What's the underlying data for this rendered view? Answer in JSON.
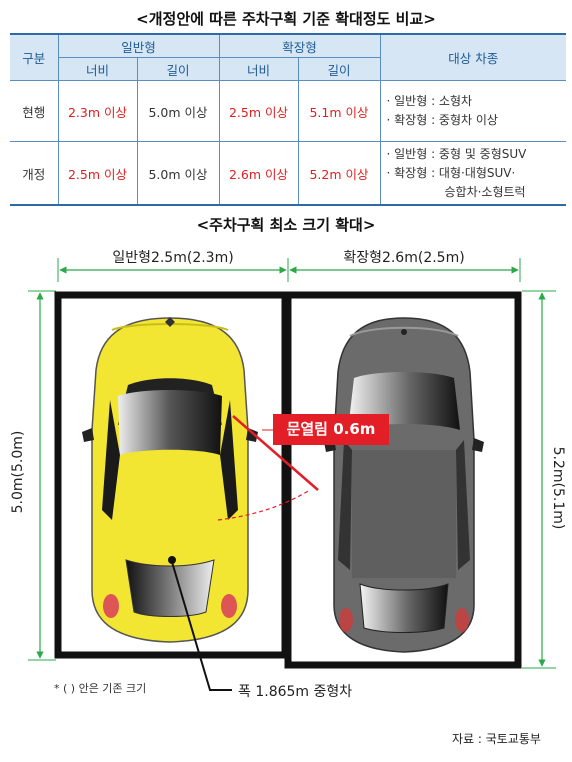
{
  "title_table": "<개정안에 따른 주차구획 기준 확대정도 비교>",
  "table": {
    "col_category": "구분",
    "col_general": "일반형",
    "col_extended": "확장형",
    "col_vehicles": "대상 차종",
    "sub_width": "너비",
    "sub_length": "길이",
    "rows": [
      {
        "label": "현행",
        "gen_width": "2.3m 이상",
        "gen_length": "5.0m 이상",
        "ext_width": "2.5m 이상",
        "ext_length": "5.1m 이상",
        "vehicles_1": "· 일반형 : 소형차",
        "vehicles_2": "· 확장형 : 중형차 이상"
      },
      {
        "label": "개정",
        "gen_width": "2.5m 이상",
        "gen_length": "5.0m 이상",
        "ext_width": "2.6m 이상",
        "ext_length": "5.2m 이상",
        "vehicles_1": "· 일반형 : 중형 및 중형SUV",
        "vehicles_2": "· 확장형 : 대형·대형SUV·",
        "vehicles_3": "승합차·소형트럭"
      }
    ]
  },
  "title_diagram": "<주차구획 최소 크기 확대>",
  "diagram": {
    "width_general": "일반형2.5m(2.3m)",
    "width_extended": "확장형2.6m(2.5m)",
    "length_general": "5.0m(5.0m)",
    "length_extended": "5.2m(5.1m)",
    "door_open": "문열림 0.6m",
    "car_width": "폭 1.865m 중형차",
    "note": "* ( ) 안은 기존 크기",
    "colors": {
      "dimension_green": "#2ba84a",
      "badge_red": "#e41e26",
      "car_yellow": "#f2e632",
      "car_gray": "#666666"
    }
  },
  "source": "자료 :   국토교통부"
}
